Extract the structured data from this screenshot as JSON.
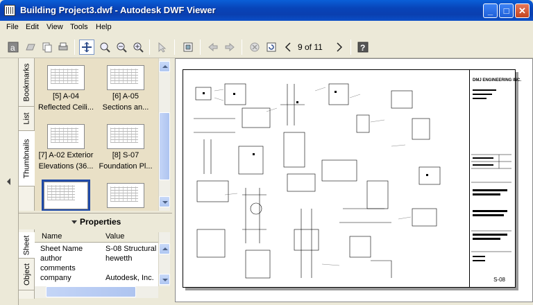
{
  "window": {
    "title": "Building Project3.dwf - Autodesk DWF Viewer"
  },
  "menu": {
    "items": [
      "File",
      "Edit",
      "View",
      "Tools",
      "Help"
    ]
  },
  "toolbar": {
    "page_indicator": "9 of 11"
  },
  "side_tabs": [
    "Bookmarks",
    "List",
    "Thumbnails"
  ],
  "thumbnails": [
    {
      "line1": "[5] A-04",
      "line2": "Reflected Ceili..."
    },
    {
      "line1": "[6] A-05",
      "line2": "Sections an..."
    },
    {
      "line1": "[7] A-02 Exterior",
      "line2": "Elevations (36..."
    },
    {
      "line1": "[8] S-07",
      "line2": "Foundation Pl..."
    },
    {
      "line1": "",
      "line2": ""
    },
    {
      "line1": "",
      "line2": ""
    }
  ],
  "properties": {
    "title": "Properties",
    "tabs": [
      "Sheet",
      "Object"
    ],
    "columns": {
      "name": "Name",
      "value": "Value"
    },
    "rows": [
      {
        "name": "Sheet Name",
        "value": "S-08 Structural"
      },
      {
        "name": "author",
        "value": "hewetth"
      },
      {
        "name": "comments",
        "value": ""
      },
      {
        "name": "company",
        "value": "Autodesk, Inc."
      }
    ]
  },
  "drawing": {
    "company": "DMJ ENGINEERING INC.",
    "sheet_number": "S-08"
  },
  "colors": {
    "titlebar": "#0a5fd8",
    "selection": "#1f4aa8",
    "panel": "#e9e0c6"
  }
}
